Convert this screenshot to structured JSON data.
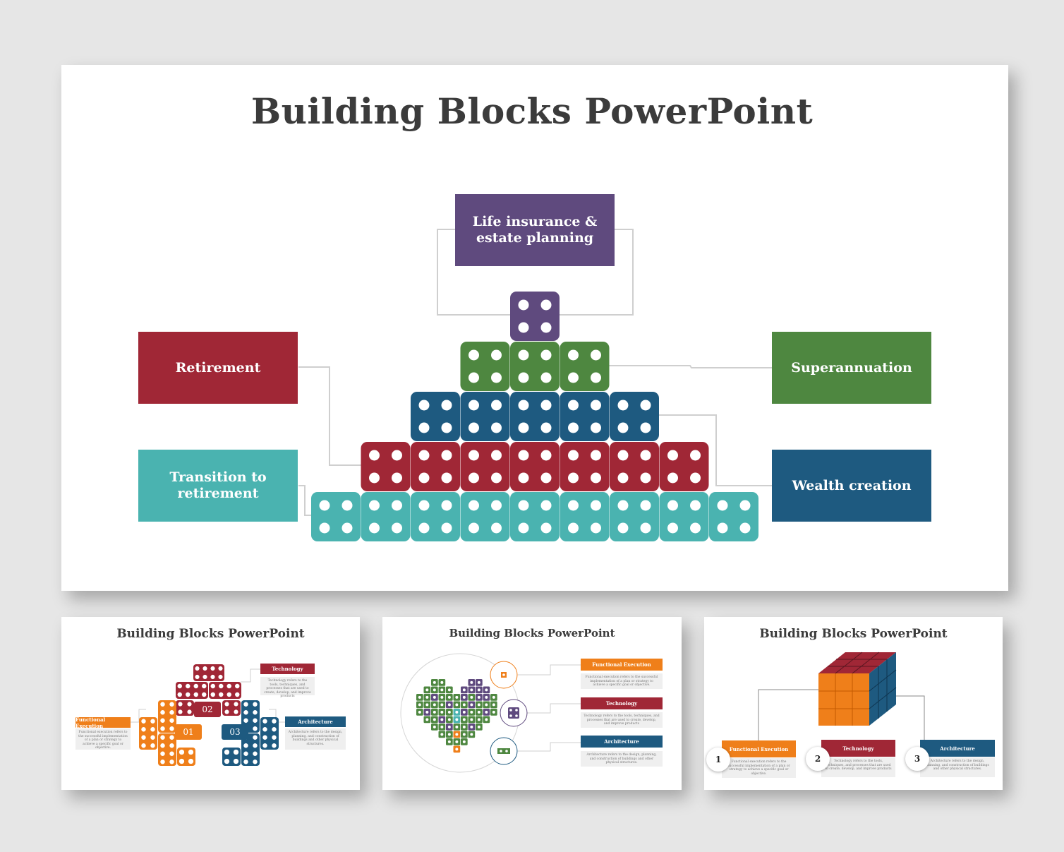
{
  "main": {
    "title": "Building Blocks PowerPoint",
    "labels": {
      "life_insurance": "Life insurance & estate planning",
      "retirement": "Retirement",
      "superannuation": "Superannuation",
      "transition": "Transition to retirement",
      "wealth": "Wealth creation"
    },
    "pyramid_rows": [
      {
        "count": 1,
        "color": "#5f4a7e"
      },
      {
        "count": 3,
        "color": "#4e8740"
      },
      {
        "count": 5,
        "color": "#1e5a80"
      },
      {
        "count": 7,
        "color": "#a02736"
      },
      {
        "count": 9,
        "color": "#4ab3b0"
      }
    ]
  },
  "thumb1": {
    "title": "Building Blocks PowerPoint",
    "technology": "Technology",
    "technology_desc": "Technology refers to the tools, techniques, and processes that are used to create, develop, and improve products",
    "functional": "Functional Execution",
    "functional_desc": "Functional execution refers to the successful implementation of a plan or strategy to achieve a specific goal or objective.",
    "architecture": "Architecture",
    "architecture_desc": "Architecture refers to the design, planning, and construction of buildings and other physical structures.",
    "num1": "01",
    "num2": "02",
    "num3": "03"
  },
  "thumb2": {
    "title": "Building Blocks PowerPoint",
    "functional": "Functional Execution",
    "functional_desc": "Functional execution refers to the successful implementation of a plan or strategy to achieve a specific goal or objective.",
    "technology": "Technology",
    "technology_desc": "Technology refers to the tools, techniques, and processes that are used to create, develop, and improve products",
    "architecture": "Architecture",
    "architecture_desc": "Architecture refers to the design, planning, and construction of buildings and other physical structures."
  },
  "thumb3": {
    "title": "Building Blocks PowerPoint",
    "functional": "Functional Execution",
    "functional_desc": "Functional execution refers to the successful implementation of a plan or strategy to achieve a specific goal or objective.",
    "technology": "Technology",
    "technology_desc": "Technology refers to the tools, techniques, and processes that are used to create, develop, and improve products",
    "architecture": "Architecture",
    "architecture_desc": "Architecture refers to the design, planning, and construction of buildings and other physical structures.",
    "num1": "1",
    "num2": "2",
    "num3": "3"
  },
  "colors": {
    "purple": "#5f4a7e",
    "green": "#4e8740",
    "blue": "#1e5a80",
    "red": "#a02736",
    "teal": "#4ab3b0",
    "orange": "#ef7f1a",
    "title_text": "#3b3b3b",
    "connector": "#cfcfcf"
  }
}
